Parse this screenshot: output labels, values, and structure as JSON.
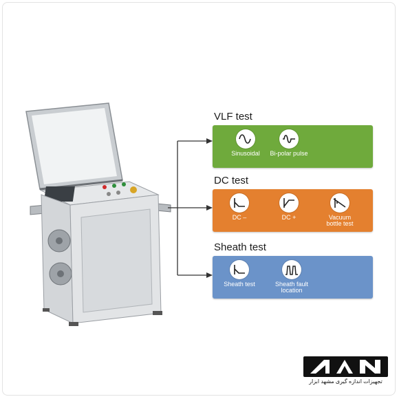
{
  "colors": {
    "vlf": "#6faa3c",
    "dc": "#e4802f",
    "sheath": "#6b93c9",
    "connector": "#333333"
  },
  "sections": {
    "vlf": {
      "title": "VLF test",
      "items": [
        {
          "label": "Sinusoidal",
          "icon": "sine-wave-icon"
        },
        {
          "label": "Bi-polar pulse",
          "icon": "bipolar-pulse-icon"
        }
      ]
    },
    "dc": {
      "title": "DC test",
      "items": [
        {
          "label": "DC –",
          "icon": "dc-negative-icon"
        },
        {
          "label": "DC +",
          "icon": "dc-positive-icon"
        },
        {
          "label": "Vacuum\nbottle test",
          "icon": "vacuum-bottle-icon"
        }
      ]
    },
    "sheath": {
      "title": "Sheath test",
      "items": [
        {
          "label": "Sheath test",
          "icon": "sheath-test-icon"
        },
        {
          "label": "Sheath fault\nlocation",
          "icon": "sheath-fault-icon"
        }
      ]
    }
  },
  "logo": {
    "text": "تجهیزات اندازه گیری مشهد ابزار"
  }
}
